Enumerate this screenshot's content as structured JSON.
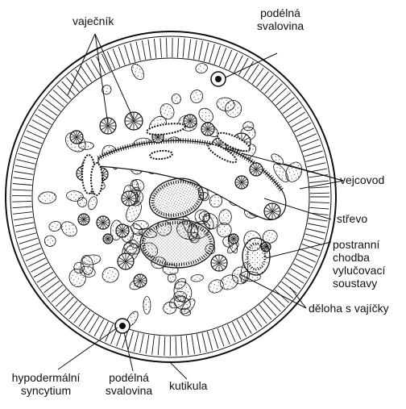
{
  "labels": {
    "vajecnik": "vaječník",
    "podelna_svalovina_top_1": "podélná",
    "podelna_svalovina_top_2": "svalovina",
    "vejcovod": "vejcovod",
    "strevo": "střevo",
    "postranni_1": "postranní",
    "postranni_2": "chodba",
    "postranni_3": "vylučovací",
    "postranni_4": "soustavy",
    "deloha": "děloha s vajíčky",
    "hypodermalni_1": "hypodermální",
    "hypodermalni_2": "syncytium",
    "podelna_svalovina_bottom_1": "podélná",
    "podelna_svalovina_bottom_2": "svalovina",
    "kutikula": "kutikula"
  },
  "colors": {
    "ink": "#111111",
    "stipple_fill": "#f2f2f2",
    "background": "#ffffff"
  }
}
